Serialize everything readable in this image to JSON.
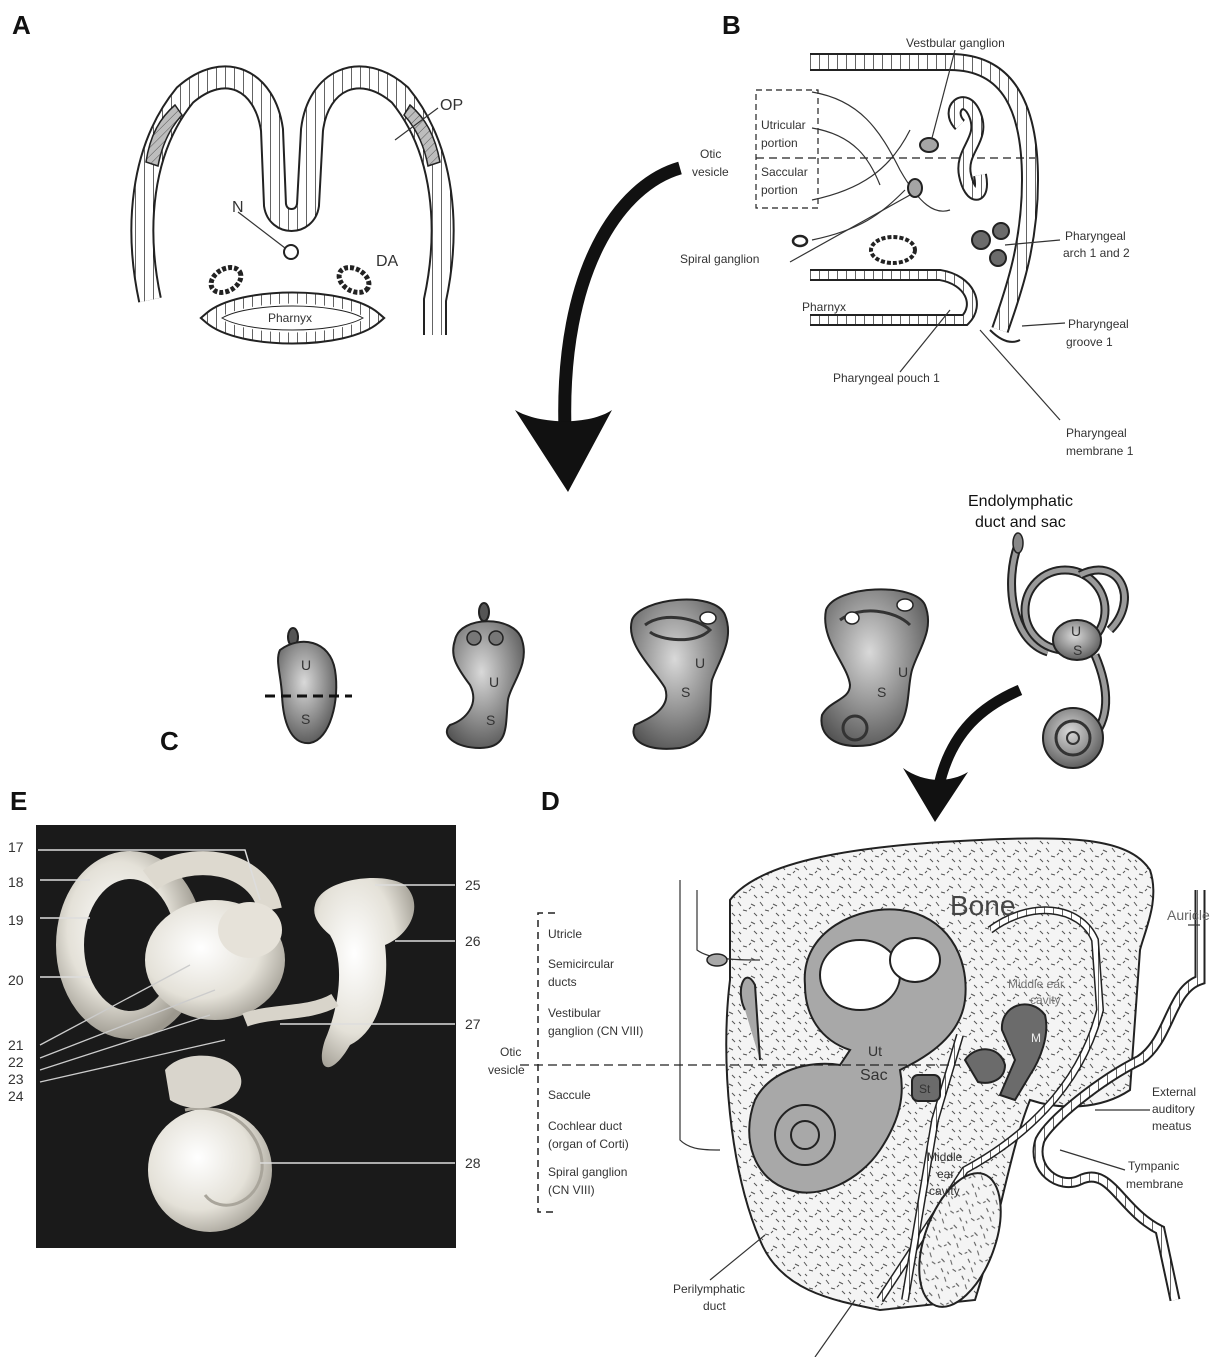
{
  "panels": {
    "A": {
      "letter": "A",
      "labels": {
        "op": "OP",
        "n": "N",
        "da": "DA",
        "pharynx": "Pharnyx"
      }
    },
    "B": {
      "letter": "B",
      "labels": {
        "vestibular_ganglion": "Vestbular ganglion",
        "utricular_1": "Utricular",
        "utricular_2": "portion",
        "saccular_1": "Saccular",
        "saccular_2": "portion",
        "otic_1": "Otic",
        "otic_2": "vesicle",
        "spiral_ganglion": "Spiral ganglion",
        "arch_1": "Pharyngeal",
        "arch_2": "arch 1 and 2",
        "pharynx": "Pharnyx",
        "groove_1": "Pharyngeal",
        "groove_2": "groove 1",
        "pouch": "Pharyngeal pouch 1",
        "membrane_1": "Pharyngeal",
        "membrane_2": "membrane 1"
      }
    },
    "C": {
      "letter": "C",
      "endolymphatic_1": "Endolymphatic",
      "endolymphatic_2": "duct and sac",
      "u": "U",
      "s": "S"
    },
    "D": {
      "letter": "D",
      "labels": {
        "bone": "Bone",
        "auricle": "Auricle",
        "middle_ear_top_1": "Middle ear",
        "middle_ear_top_2": "cavity",
        "ut": "Ut",
        "sac": "Sac",
        "st": "St",
        "m": "M",
        "middle_ear_1": "Middle",
        "middle_ear_2": "ear",
        "middle_ear_3": "cavity",
        "external_1": "External",
        "external_2": "auditory",
        "external_3": "meatus",
        "tympanic_1": "Tympanic",
        "tympanic_2": "membrane",
        "perilymphatic_1": "Perilymphatic",
        "perilymphatic_2": "duct",
        "otic_1": "Otic",
        "otic_2": "vesicle"
      },
      "legend_upper": [
        "Utricle",
        "Semicircular",
        "ducts",
        "Vestibular",
        "ganglion (CN VIII)"
      ],
      "legend_lower": [
        "Saccule",
        "Cochlear duct",
        "(organ of Corti)",
        "Spiral ganglion",
        "(CN VIII)"
      ]
    },
    "E": {
      "letter": "E",
      "numbers_left": [
        "17",
        "18",
        "19",
        "20",
        "21",
        "22",
        "23",
        "24"
      ],
      "numbers_right": [
        "25",
        "26",
        "27",
        "28"
      ]
    }
  },
  "colors": {
    "shade_dark": "#6b6b6b",
    "shade_mid": "#a5a5a5",
    "photo_bg": "#1a1a1a",
    "photo_tissue": "#e9e6df"
  }
}
